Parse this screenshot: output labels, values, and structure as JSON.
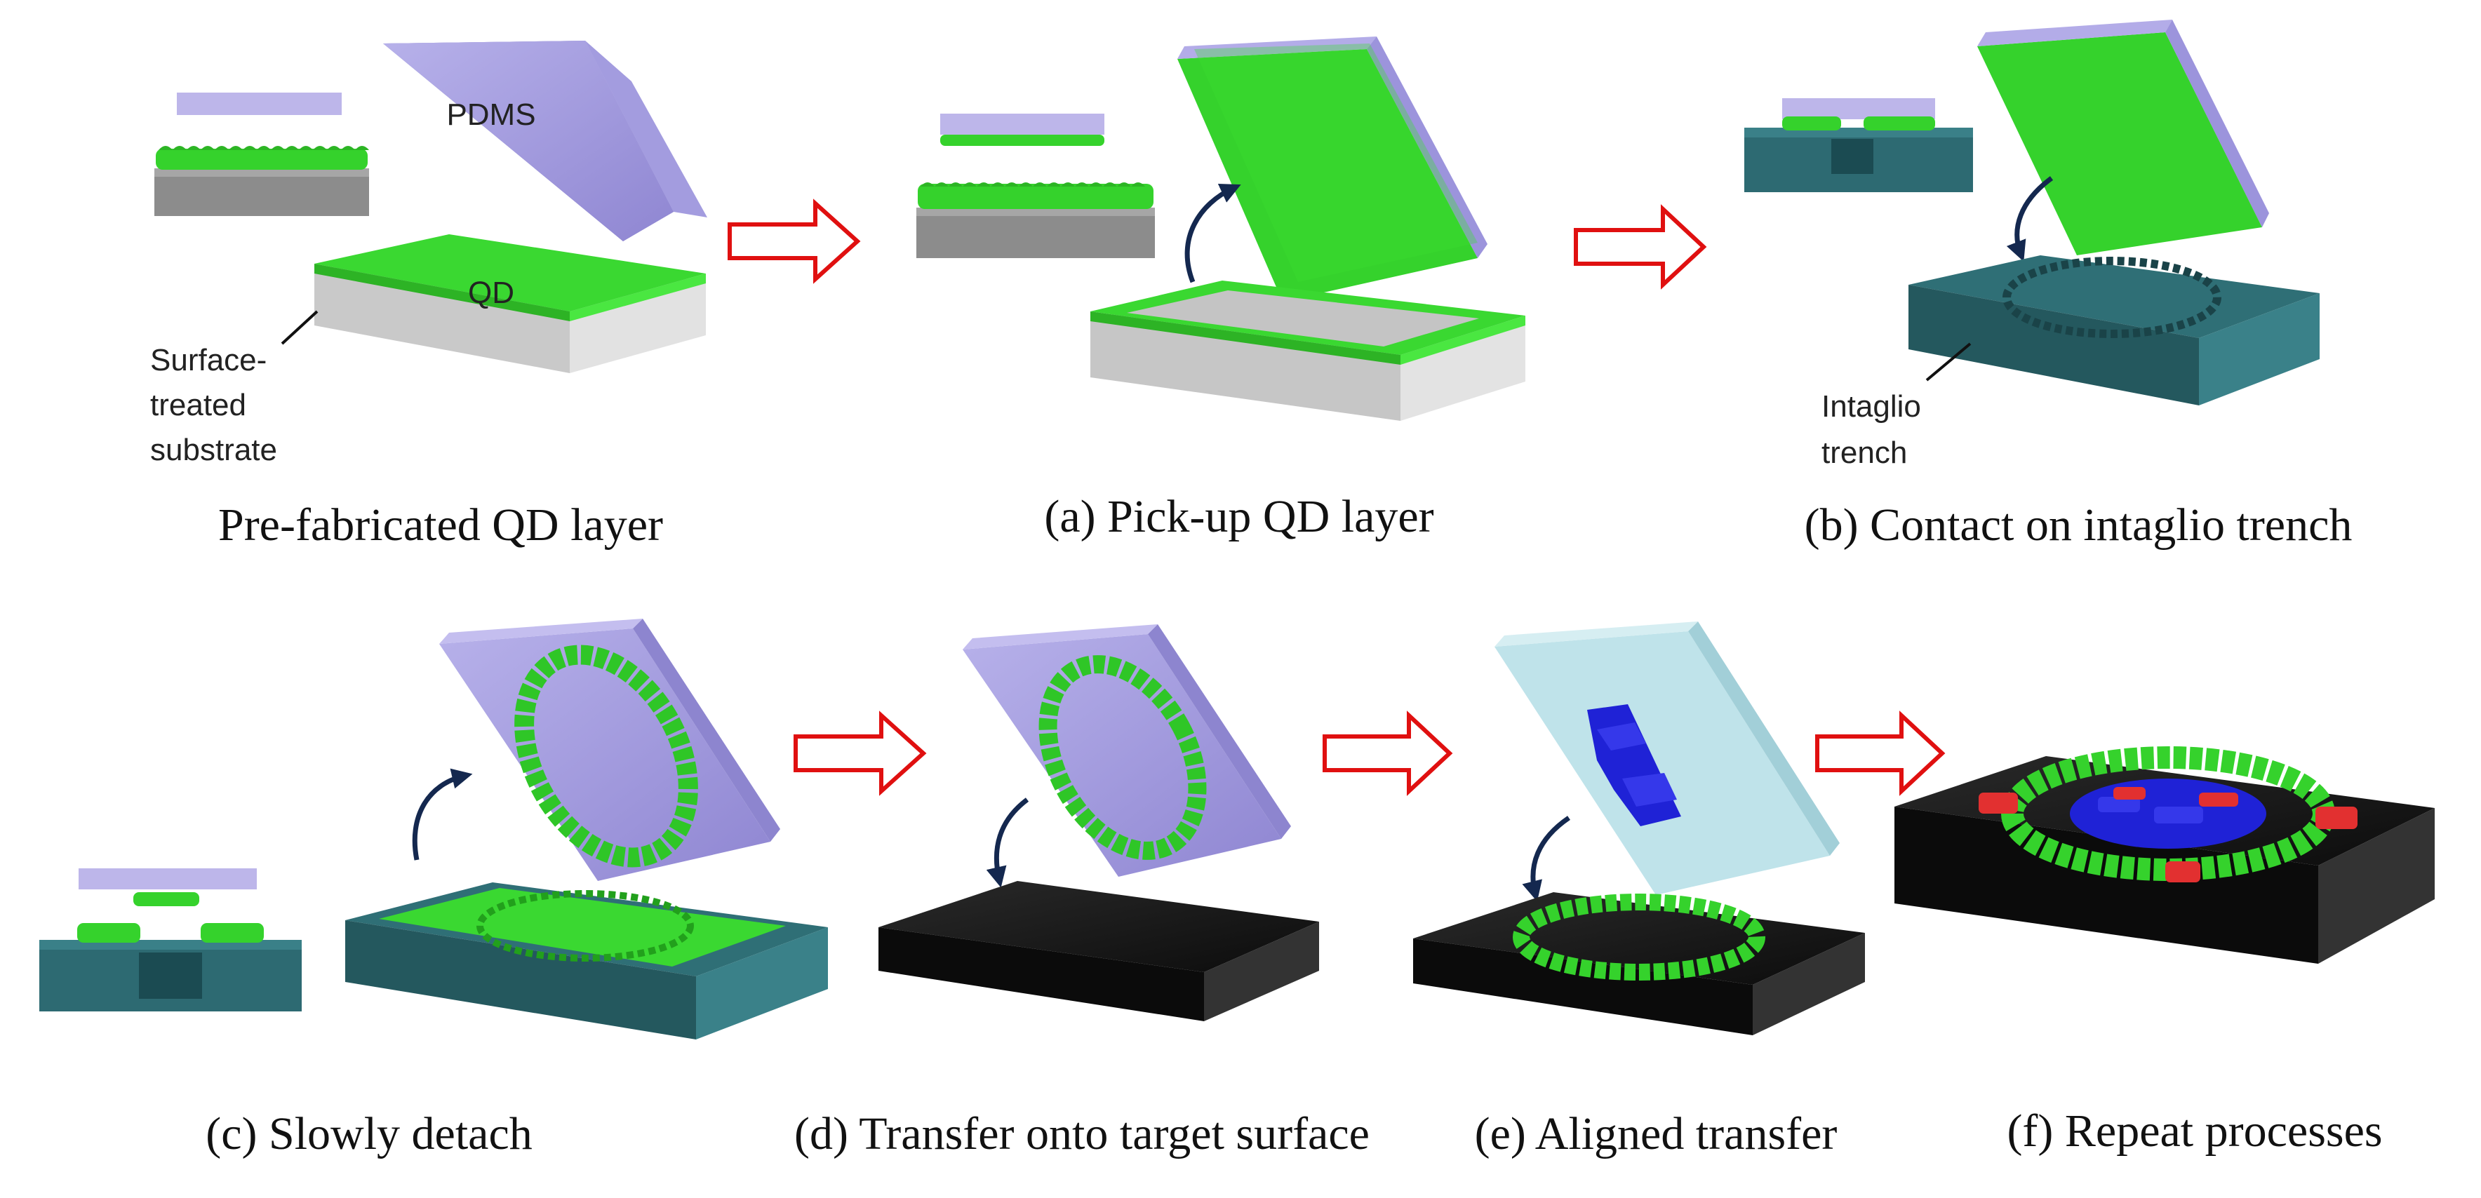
{
  "labels": {
    "pdms": "PDMS",
    "qd": "QD",
    "substrate_line1": "Surface-",
    "substrate_line2": "treated",
    "substrate_line3": "substrate",
    "trench_line1": "Intaglio",
    "trench_line2": "trench"
  },
  "captions": {
    "step0": "Pre-fabricated QD layer",
    "step_a": "(a) Pick-up QD layer",
    "step_b": "(b) Contact on intaglio trench",
    "step_c": "(c) Slowly detach",
    "step_d": "(d) Transfer onto target surface",
    "step_e": "(e) Aligned transfer",
    "step_f": "(f) Repeat processes"
  },
  "colors": {
    "pdms": "#9e96dc",
    "qd_green": "#35d22c",
    "substrate": "#d6d6d6",
    "teal": "#2c6b72",
    "black_target": "#151515",
    "arrow_red": "#e01010",
    "curve_arrow": "#14284f",
    "blue_qd": "#1f22d6",
    "red_qd": "#e23030"
  },
  "icons": {
    "process_arrow": "hollow-right-arrow-icon",
    "motion_arrow": "curved-arrow-icon"
  }
}
